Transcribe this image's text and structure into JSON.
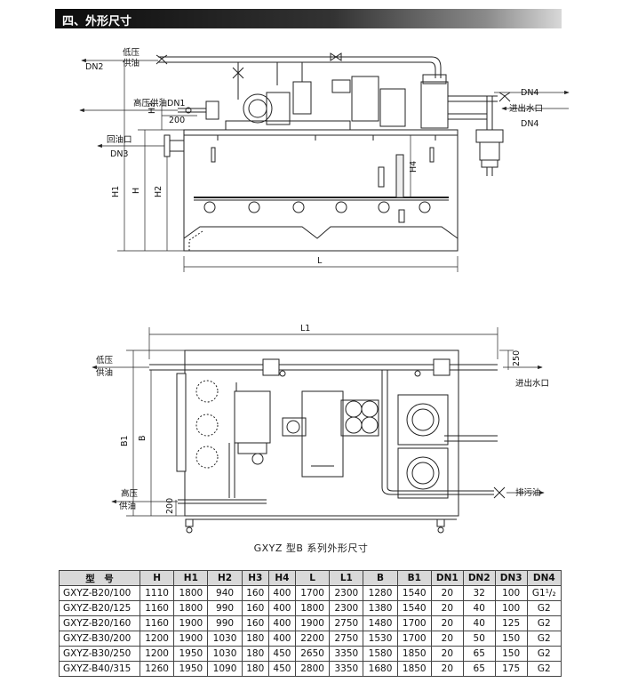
{
  "section": {
    "title": "四、外形尺寸"
  },
  "front_view": {
    "labels": {
      "dn2": "DN2",
      "low_pressure_supply_1": "低压",
      "low_pressure_supply_2": "供油",
      "high_pressure": "高压供油DN1",
      "dim_200": "200",
      "h3": "H3",
      "return_oil": "回油口",
      "dn3": "DN3",
      "h1": "H1",
      "h": "H",
      "h2": "H2",
      "h4": "H4",
      "l": "L",
      "dn4_top": "DN4",
      "water_io": "进出水口",
      "dn4_bottom": "DN4"
    }
  },
  "top_view": {
    "labels": {
      "l1": "L1",
      "dim_250": "250",
      "low_1": "低压",
      "low_2": "供油",
      "water_io": "进出水口",
      "b1": "B1",
      "b": "B",
      "high_1": "高压",
      "high_2": "供油",
      "dim_200": "200",
      "drain": "排污油"
    }
  },
  "caption": "GXYZ 型B 系列外形尺寸",
  "table": {
    "headers": [
      "型　号",
      "H",
      "H1",
      "H2",
      "H3",
      "H4",
      "L",
      "L1",
      "B",
      "B1",
      "DN1",
      "DN2",
      "DN3",
      "DN4"
    ],
    "rows": [
      [
        "GXYZ-B20/100",
        "1110",
        "1800",
        "940",
        "160",
        "400",
        "1700",
        "2300",
        "1280",
        "1540",
        "20",
        "32",
        "100",
        "G1¹/₂"
      ],
      [
        "GXYZ-B20/125",
        "1160",
        "1800",
        "990",
        "160",
        "400",
        "1800",
        "2300",
        "1380",
        "1540",
        "20",
        "40",
        "100",
        "G2"
      ],
      [
        "GXYZ-B20/160",
        "1160",
        "1900",
        "990",
        "160",
        "400",
        "1900",
        "2750",
        "1480",
        "1700",
        "20",
        "40",
        "125",
        "G2"
      ],
      [
        "GXYZ-B30/200",
        "1200",
        "1900",
        "1030",
        "180",
        "400",
        "2200",
        "2750",
        "1530",
        "1700",
        "20",
        "50",
        "150",
        "G2"
      ],
      [
        "GXYZ-B30/250",
        "1200",
        "1950",
        "1030",
        "180",
        "450",
        "2650",
        "3350",
        "1580",
        "1850",
        "20",
        "65",
        "150",
        "G2"
      ],
      [
        "GXYZ-B40/315",
        "1260",
        "1950",
        "1090",
        "180",
        "450",
        "2800",
        "3350",
        "1680",
        "1850",
        "20",
        "65",
        "175",
        "G2"
      ]
    ]
  }
}
